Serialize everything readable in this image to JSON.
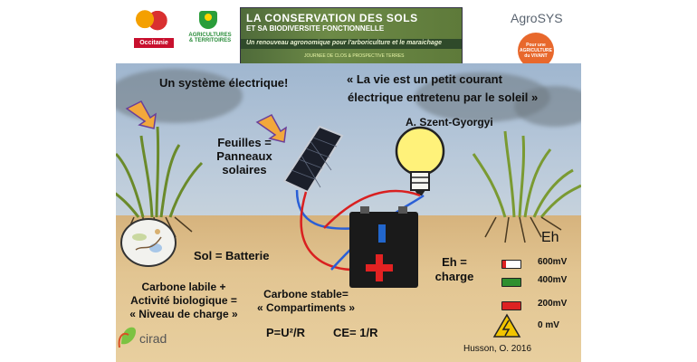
{
  "header": {
    "title_line1": "LA CONSERVATION DES SOLS",
    "title_line2": "ET SA BIODIVERSITE FONCTIONNELLE",
    "subtitle": "Un renouveau agronomique pour l'arboriculture et le maraichage",
    "footer": "JOURNEE DE CLOS & PROSPECTIVE TERRES",
    "logo_left": "Occitanie",
    "logo_mid_line1": "AGRICULTURES",
    "logo_mid_line2": "& TERRITOIRES",
    "logo_right": "AgroSYS",
    "logo_right_badge": "Pour une AGRICULTURE du VIVANT"
  },
  "labels": {
    "systeme": "Un système électrique!",
    "quote_line1": "« La vie est un petit courant",
    "quote_line2": "électrique entretenu par le soleil »",
    "author": "A. Szent-Gyorgyi",
    "feuilles_line1": "Feuilles =",
    "feuilles_line2": "Panneaux",
    "feuilles_line3": "solaires",
    "sol": "Sol = Batterie",
    "eh_line1": "Eh =",
    "eh_line2": "charge",
    "eh_title": "Eh",
    "carbone_labile_line1": "Carbone labile +",
    "carbone_labile_line2": "Activité biologique =",
    "carbone_labile_line3": "« Niveau de charge »",
    "carbone_stable_line1": "Carbone stable=",
    "carbone_stable_line2": "« Compartiments »",
    "formula_p": "P=U²/R",
    "formula_ce": "CE= 1/R",
    "credit": "Husson, O. 2016",
    "cirad": "cirad"
  },
  "eh_scale": [
    {
      "label": "600mV",
      "fill": 0.2
    },
    {
      "label": "400mV",
      "fill": 1.0
    },
    {
      "label": "200mV",
      "fill": 0.0
    },
    {
      "label": "0 mV",
      "fill": 0.0
    }
  ],
  "colors": {
    "battery_plus": "#e22222",
    "battery_minus": "#2266cc",
    "wire_red": "#d92020",
    "wire_blue": "#2a5fd6",
    "bulb": "#fff27a",
    "battery_high": "#2f8f2f",
    "battery_low": "#d22"
  }
}
